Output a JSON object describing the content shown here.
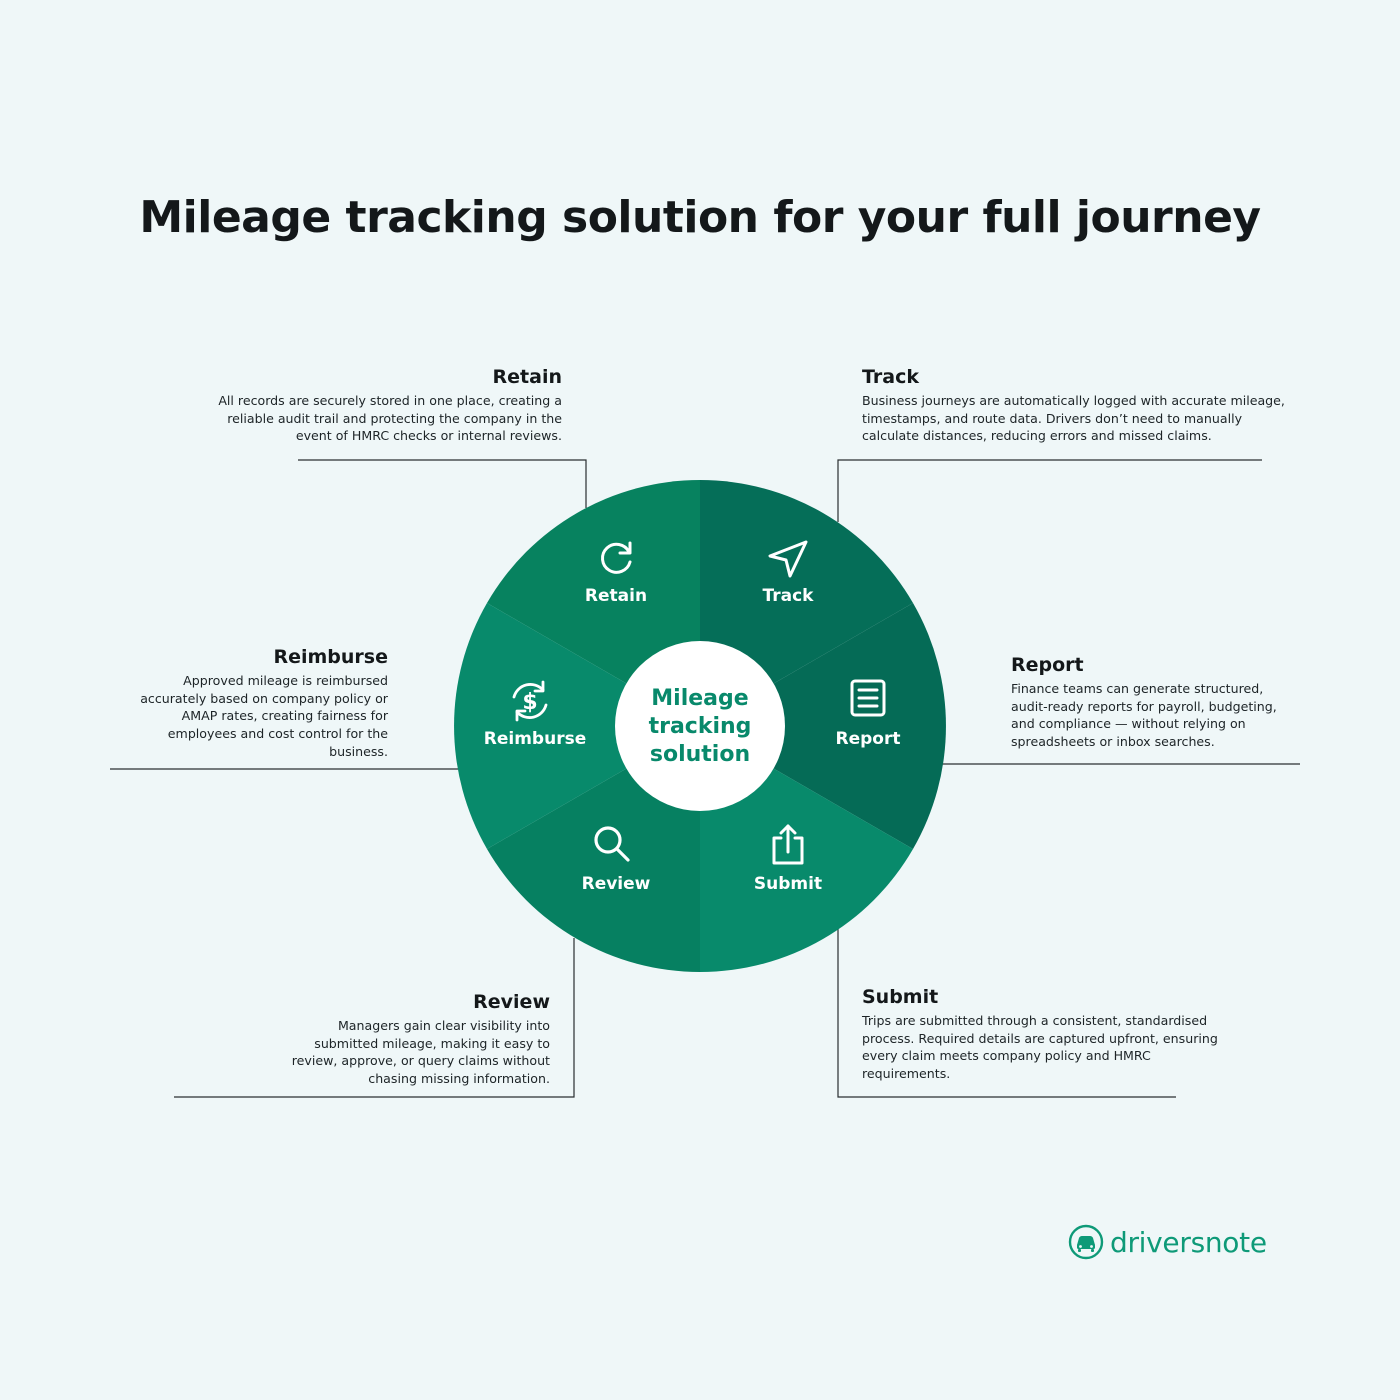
{
  "title": "Mileage tracking solution for your full journey",
  "center": {
    "lines": [
      "Mileage",
      "tracking",
      "solution"
    ]
  },
  "colors": {
    "background": "#eff7f8",
    "segment_dark": "#056e58",
    "segment_mid": "#07825f",
    "segment_light": "#088a6b",
    "center_text": "#08896b",
    "logo": "#0e9a78"
  },
  "segments": [
    {
      "id": "retain",
      "label": "Retain",
      "icon": "refresh-icon"
    },
    {
      "id": "track",
      "label": "Track",
      "icon": "navigation-arrow-icon"
    },
    {
      "id": "report",
      "label": "Report",
      "icon": "document-icon"
    },
    {
      "id": "submit",
      "label": "Submit",
      "icon": "share-upload-icon"
    },
    {
      "id": "review",
      "label": "Review",
      "icon": "magnifier-icon"
    },
    {
      "id": "reimburse",
      "label": "Reimburse",
      "icon": "dollar-cycle-icon"
    }
  ],
  "callouts": {
    "retain": {
      "title": "Retain",
      "text": "All records are securely stored in one place, creating a reliable audit trail and protecting the company in the event of HMRC checks or internal reviews."
    },
    "track": {
      "title": "Track",
      "text": "Business journeys are automatically logged with accurate mileage, timestamps, and route data. Drivers don’t need to manually calculate distances, reducing errors and missed claims."
    },
    "reimburse": {
      "title": "Reimburse",
      "text": "Approved mileage is reimbursed accurately based on company policy or AMAP rates, creating fairness for employees and cost control for the business."
    },
    "report": {
      "title": "Report",
      "text": "Finance teams can generate structured, audit-ready reports for payroll, budgeting, and compliance — without relying on spreadsheets or inbox searches."
    },
    "review": {
      "title": "Review",
      "text": "Managers gain clear visibility into submitted mileage, making it easy to review, approve, or query claims without chasing missing information."
    },
    "submit": {
      "title": "Submit",
      "text": "Trips are submitted through a consistent, standardised process. Required details are captured upfront, ensuring every claim meets company policy and HMRC requirements."
    }
  },
  "logo": {
    "text": "driversnote",
    "icon": "car-icon"
  }
}
